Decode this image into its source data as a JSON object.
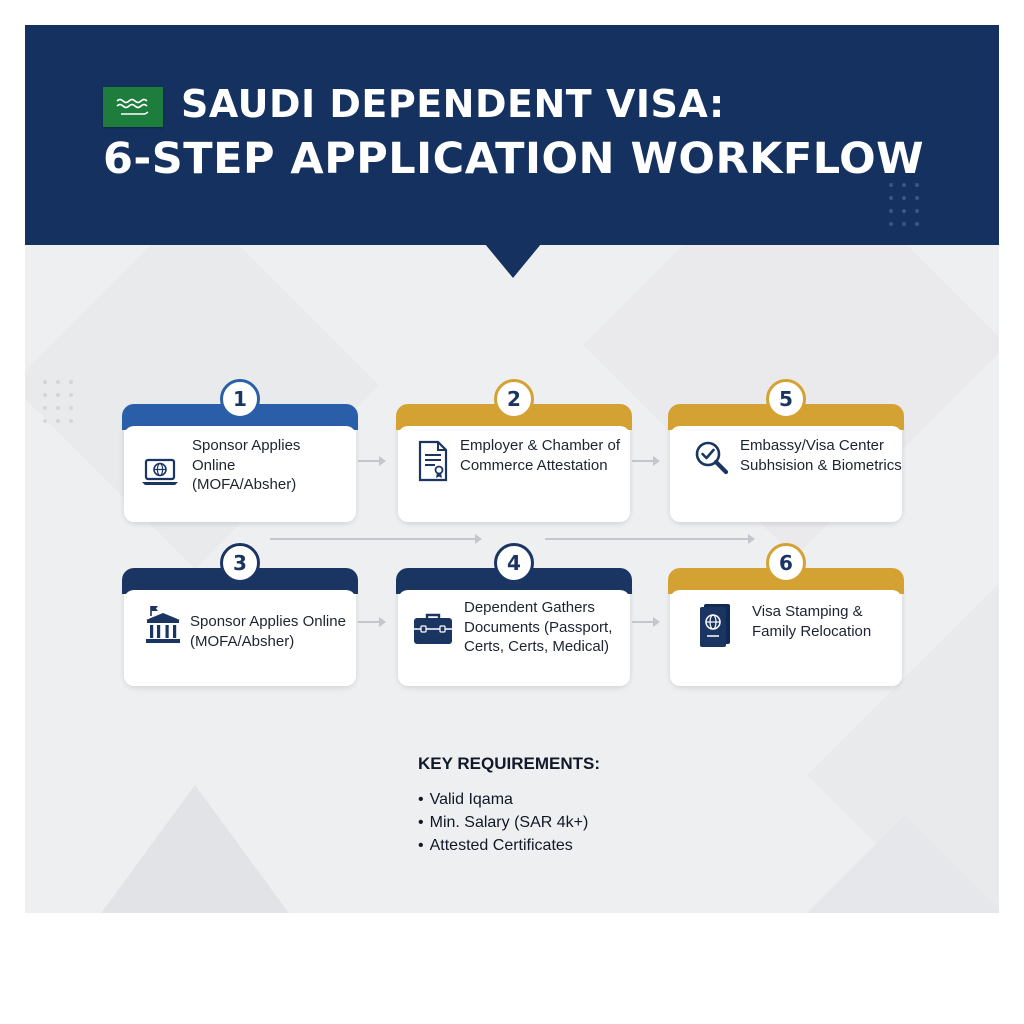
{
  "header": {
    "title_line1": "SAUDI DEPENDENT VISA:",
    "title_line2": "6-STEP APPLICATION WORKFLOW",
    "flag_icon": "saudi-flag-icon",
    "background_color": "#15315f"
  },
  "steps": [
    {
      "number": "1",
      "label": "Sponsor Applies Online (MOFA/Absher)",
      "icon": "laptop-globe-icon",
      "accent": "#2a5ea8"
    },
    {
      "number": "2",
      "label": "Employer & Chamber of Commerce Attestation",
      "icon": "certificate-document-icon",
      "accent": "#d4a232"
    },
    {
      "number": "5",
      "label": "Embassy/Visa Center Subhsision & Biometrics",
      "icon": "magnifier-check-icon",
      "accent": "#d4a232"
    },
    {
      "number": "3",
      "label": "Sponsor Applies Online (MOFA/Absher)",
      "icon": "government-building-icon",
      "accent": "#1b3563"
    },
    {
      "number": "4",
      "label": "Dependent Gathers Documents (Passport, Certs, Certs, Medical)",
      "icon": "briefcase-icon",
      "accent": "#1b3563"
    },
    {
      "number": "6",
      "label": "Visa Stamping & Family Relocation",
      "icon": "passport-icon",
      "accent": "#d4a232"
    }
  ],
  "requirements": {
    "heading": "KEY REQUIREMENTS:",
    "items": [
      "Valid Iqama",
      "Min. Salary (SAR 4k+)",
      "Attested Certificates"
    ]
  }
}
